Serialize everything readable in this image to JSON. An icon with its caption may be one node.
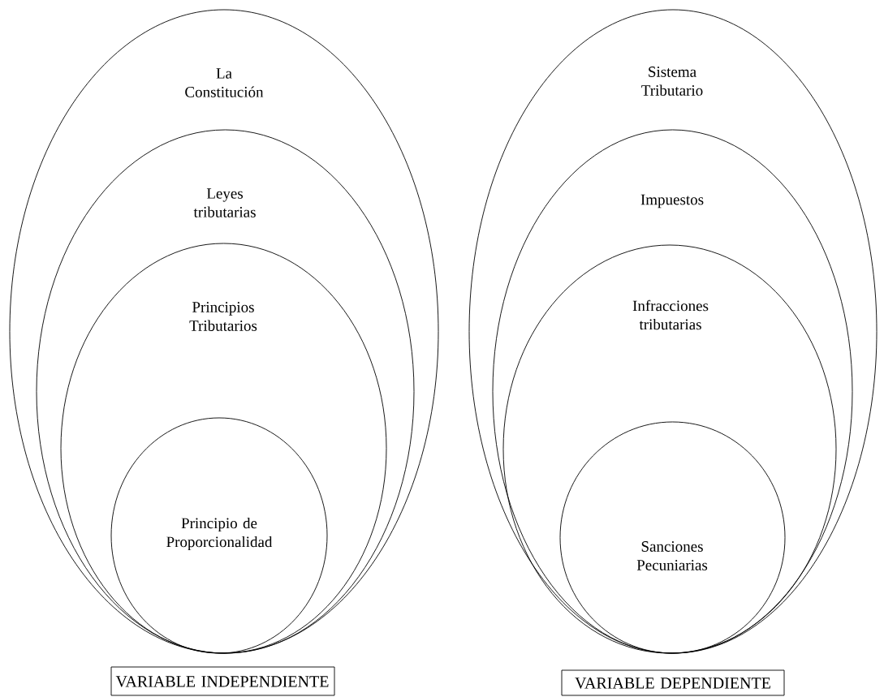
{
  "diagram": {
    "nodes": [
      {
        "text": [
          "La Constitución"
        ]
      },
      {
        "text": [
          "Leyes tributarias"
        ],
        "in": 0
      },
      {
        "text": [
          "Principios Tributarios"
        ],
        "in": 1
      },
      {
        "text": [
          "Principio de Proporcionalidad"
        ],
        "in": 2
      },
      {
        "text": [
          "Sistema Tributario"
        ]
      },
      {
        "text": [
          "Impuestos"
        ],
        "in": 4
      },
      {
        "text": [
          "Infracciones tributarias"
        ],
        "in": 5
      },
      {
        "text": [
          "Sanciones Pecuniarias"
        ],
        "in": 6
      },
      {
        "text": [
          "VARIABLE INDEPENDIENTE"
        ]
      },
      {
        "text": [
          "VARIABLE DEPENDIENTE"
        ]
      }
    ]
  }
}
